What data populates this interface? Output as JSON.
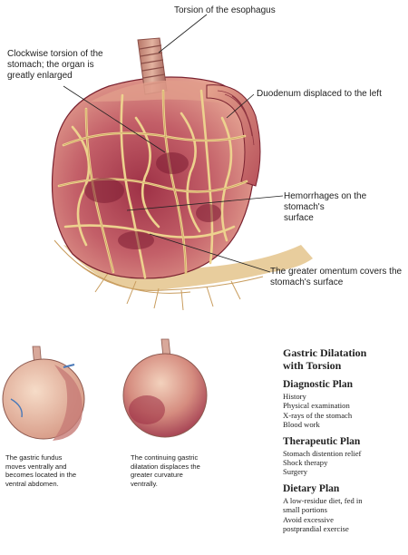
{
  "labels": {
    "esophagus": "Torsion of the esophagus",
    "clockwise": "Clockwise torsion of the\nstomach; the organ is\ngreatly enlarged",
    "duodenum": "Duodenum displaced to the left",
    "hemorrhages": "Hemorrhages on the stomach's\nsurface",
    "omentum": "The greater omentum covers the\nstomach's surface"
  },
  "captions": {
    "left": "The gastric fundus\nmoves ventrally and\nbecomes located in the\nventral abdomen.",
    "right": "The continuing gastric\ndilatation displaces the\ngreater curvature\nventrally."
  },
  "panel": {
    "title": "Gastric Dilatation\nwith Torsion",
    "sections": [
      {
        "heading": "Diagnostic Plan",
        "items": [
          "History",
          "Physical examination",
          "X-rays of the stomach",
          "Blood work"
        ]
      },
      {
        "heading": "Therapeutic Plan",
        "items": [
          "Stomach distention relief",
          "Shock therapy",
          "Surgery"
        ]
      },
      {
        "heading": "Dietary Plan",
        "items": [
          "A low-residue diet, fed in\n    small portions",
          "Avoid excessive\n    postprandial exercise"
        ]
      }
    ]
  },
  "colors": {
    "stomach_dark": "#8e2a3a",
    "stomach_mid": "#c5616a",
    "stomach_light": "#e7a88f",
    "omentum": "#e8c987",
    "background": "#ffffff"
  }
}
